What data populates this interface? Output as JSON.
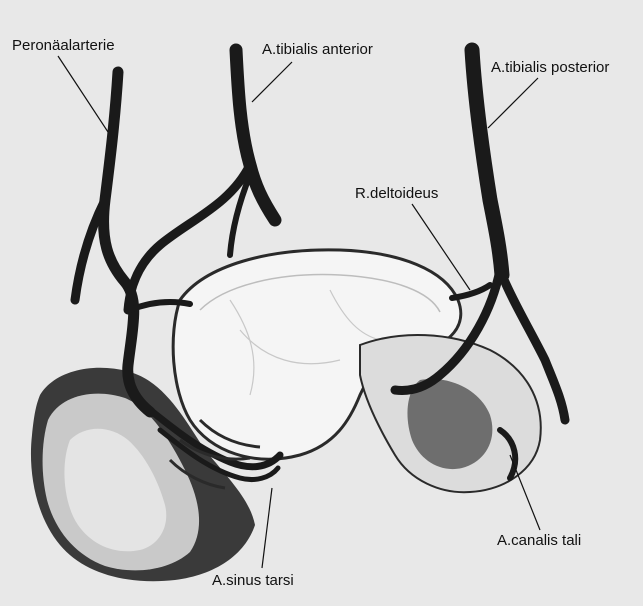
{
  "labels": {
    "peroneal": "Peronäalarterie",
    "tibialis_anterior": "A.tibialis anterior",
    "tibialis_posterior": "A.tibialis posterior",
    "deltoideus": "R.deltoideus",
    "canalis_tali": "A.canalis tali",
    "sinus_tarsi": "A.sinus tarsi"
  },
  "colors": {
    "background": "#e8e8e8",
    "vessel": "#1a1a1a",
    "bone_light": "#f4f4f4",
    "bone_dark": "#2a2a2a",
    "leader_line": "#111111"
  }
}
